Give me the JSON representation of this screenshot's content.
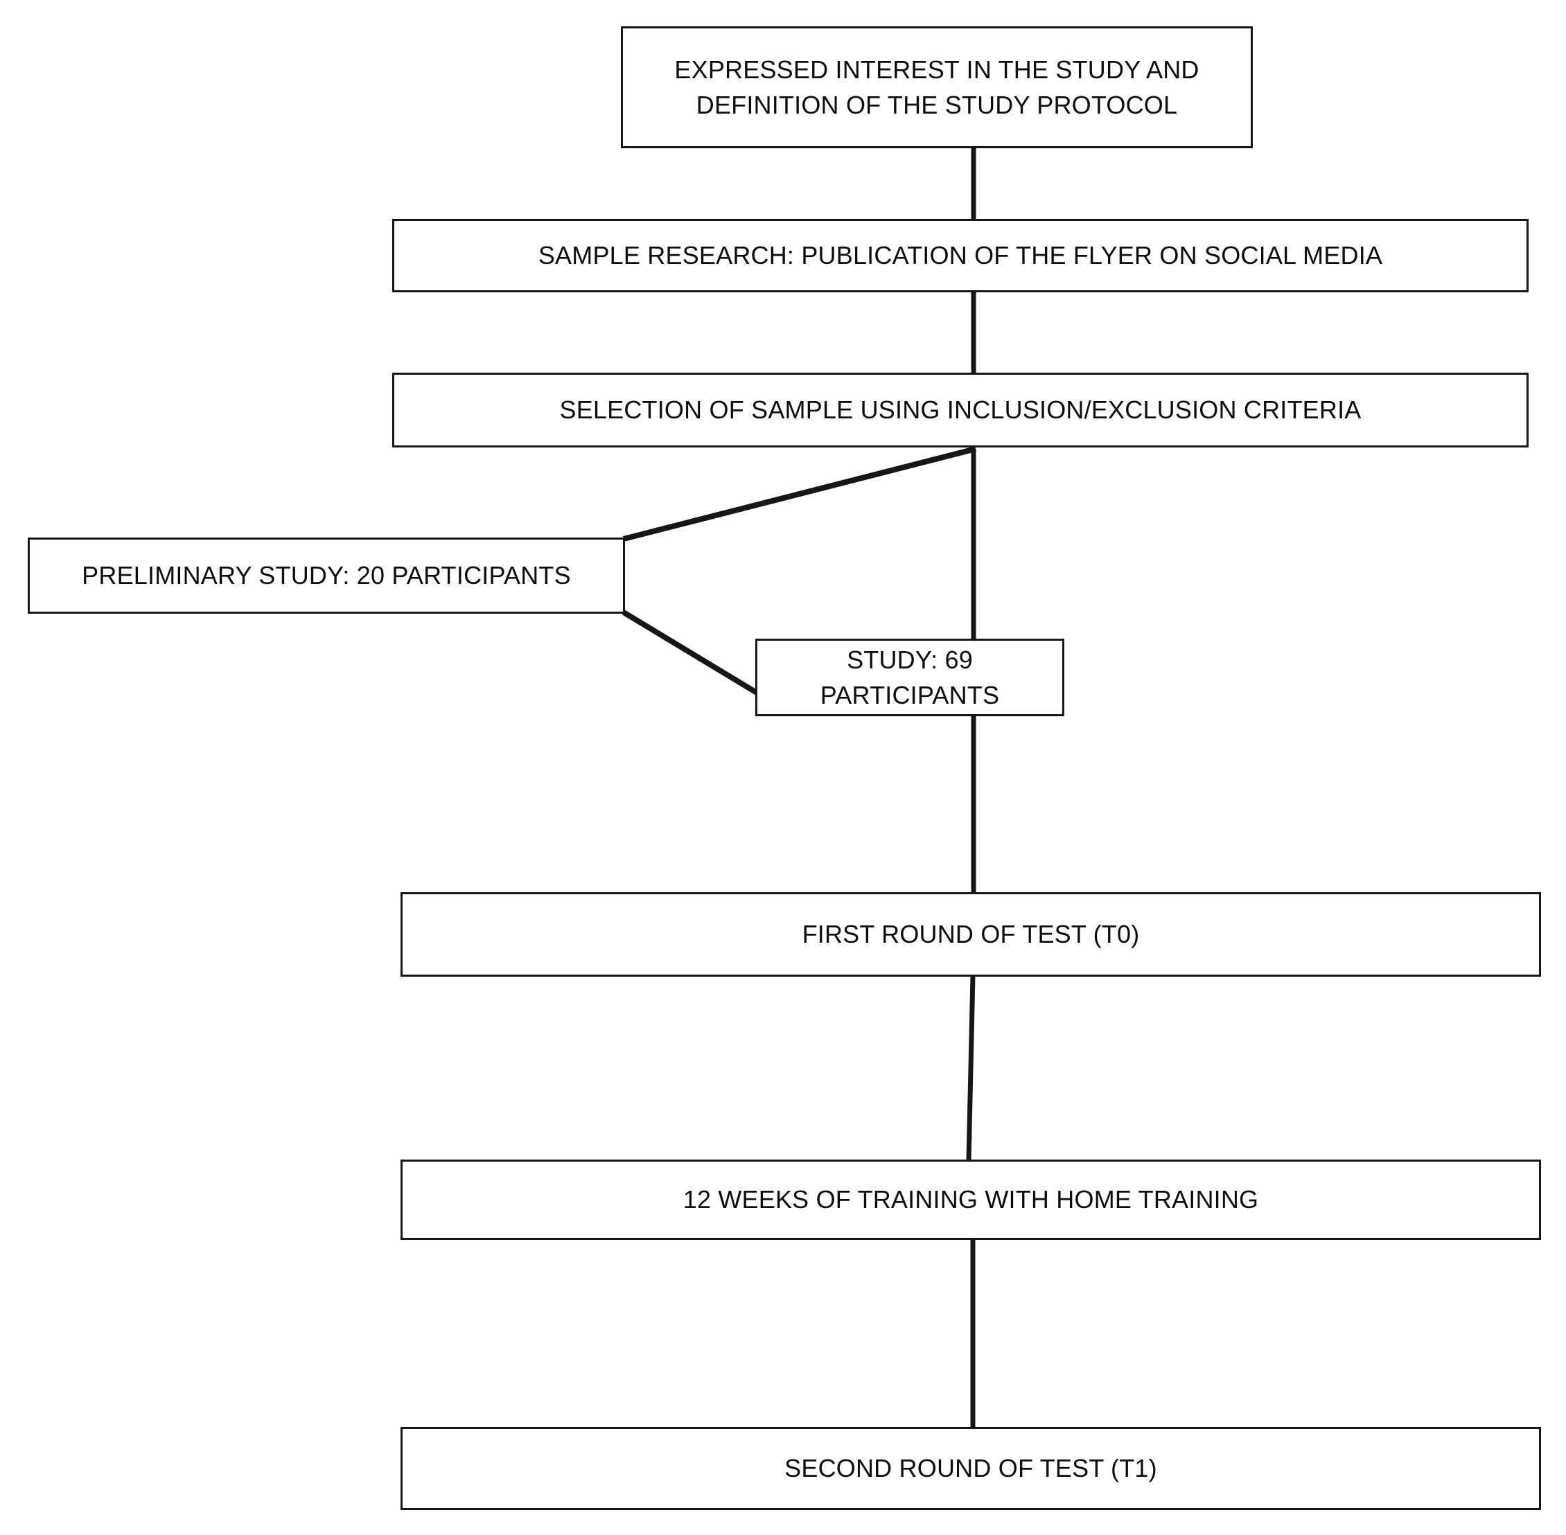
{
  "diagram": {
    "title": "Study protocol flowchart",
    "type": "flowchart",
    "orientation": "top-to-bottom",
    "stroke_color": "#161616",
    "text_color": "#0d0d0d",
    "background_color": "#ffffff",
    "nodes": [
      {
        "id": "interest",
        "label": "EXPRESSED INTEREST IN THE STUDY AND\nDEFINITION OF THE STUDY PROTOCOL"
      },
      {
        "id": "sample-search",
        "label": "SAMPLE RESEARCH: PUBLICATION OF THE FLYER  ON SOCIAL MEDIA"
      },
      {
        "id": "selection",
        "label": "SELECTION OF SAMPLE USING INCLUSION/EXCLUSION CRITERIA"
      },
      {
        "id": "preliminary",
        "label": "PRELIMINARY STUDY:  20 PARTICIPANTS"
      },
      {
        "id": "study",
        "label": "STUDY: 69 PARTICIPANTS"
      },
      {
        "id": "first-test",
        "label": "FIRST ROUND OF TEST (T0)"
      },
      {
        "id": "training",
        "label": "12 WEEKS OF TRAINING WITH HOME TRAINING"
      },
      {
        "id": "second-test",
        "label": "SECOND ROUND OF TEST (T1)"
      }
    ],
    "edges": [
      {
        "from": "interest",
        "to": "sample-search",
        "style": "vertical-line"
      },
      {
        "from": "sample-search",
        "to": "selection",
        "style": "vertical-line"
      },
      {
        "from": "selection",
        "to": "preliminary",
        "style": "diagonal-line"
      },
      {
        "from": "preliminary",
        "to": "study",
        "style": "diagonal-line"
      },
      {
        "from": "selection",
        "to": "first-test",
        "style": "vertical-line"
      },
      {
        "from": "study",
        "to": "first-test",
        "style": "vertical-line"
      },
      {
        "from": "first-test",
        "to": "training",
        "style": "vertical-line"
      },
      {
        "from": "training",
        "to": "second-test",
        "style": "vertical-line"
      }
    ]
  }
}
